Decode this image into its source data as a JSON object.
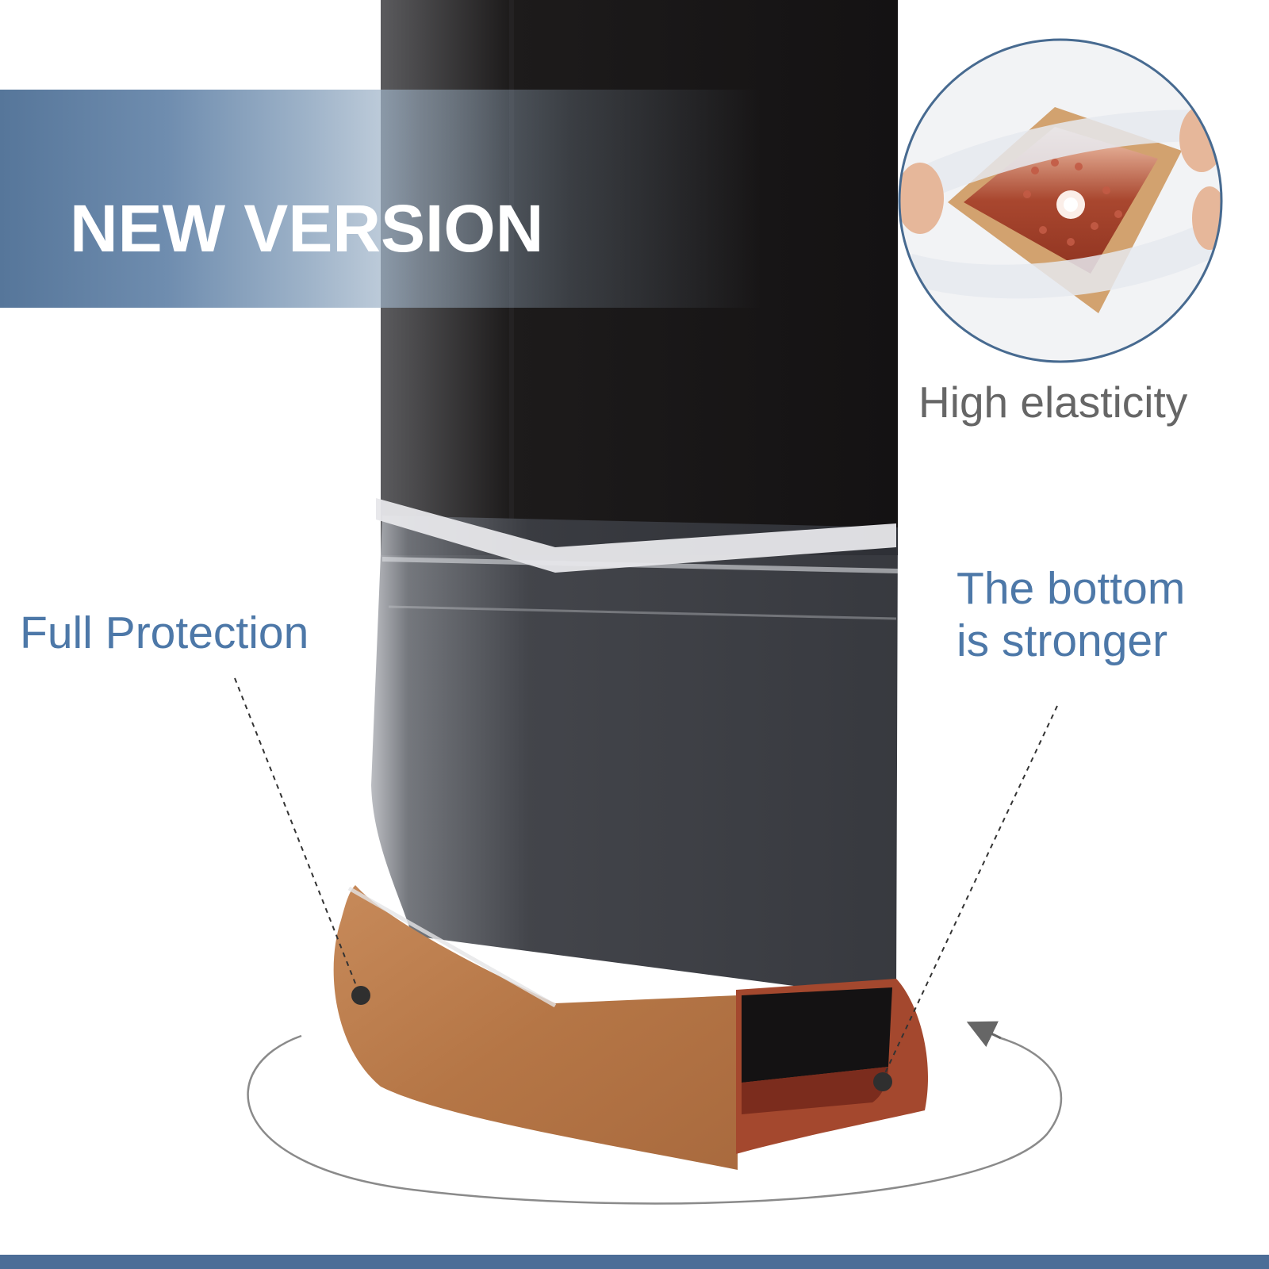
{
  "banner": {
    "title": "NEW VERSION"
  },
  "callouts": {
    "elasticity": "High elasticity",
    "protection": "Full Protection",
    "bottom_line1": "The bottom",
    "bottom_line2": "is stronger"
  },
  "colors": {
    "banner_blue": "#56769a",
    "label_blue": "#4d78a8",
    "label_gray": "#666666",
    "leg_black": "#1b1a1a",
    "felt_brown": "#b87a4c",
    "footer_blue": "#4c6d97"
  }
}
